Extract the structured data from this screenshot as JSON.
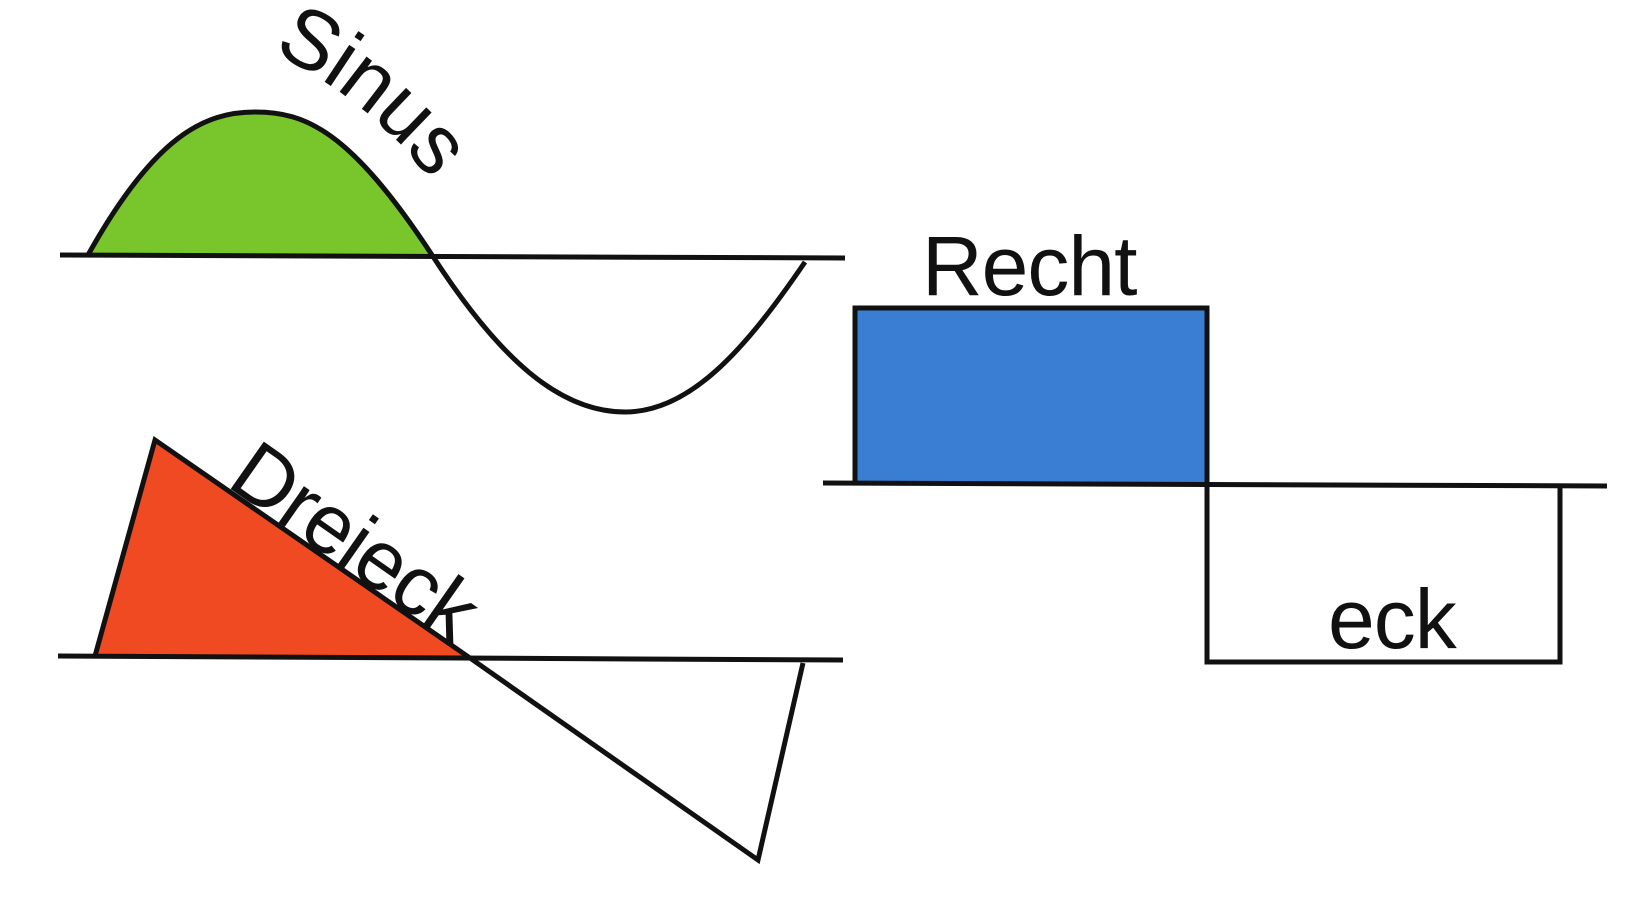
{
  "labels": {
    "sine": "Sinus",
    "triangle": "Dreieck",
    "square_top": "Recht",
    "square_bottom": "eck"
  },
  "colors": {
    "sine_fill": "#79c52c",
    "triangle_fill": "#f04a23",
    "square_fill": "#3a7ed3",
    "line": "#111111",
    "background": "#ffffff"
  }
}
